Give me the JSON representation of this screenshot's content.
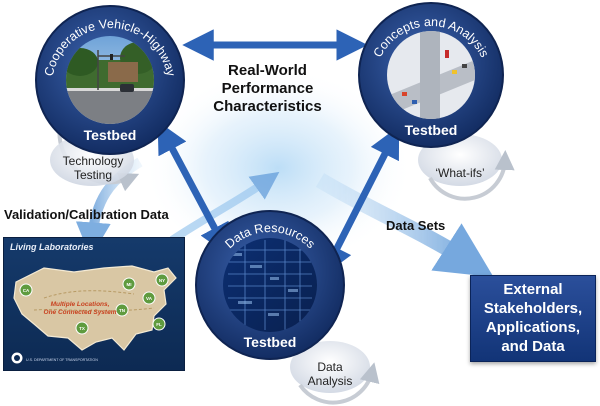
{
  "hubs": {
    "cvh": {
      "title": "Cooperative Vehicle-Highway",
      "badge": "Testbed"
    },
    "concepts": {
      "title": "Concepts and Analysis",
      "badge": "Testbed"
    },
    "data_resources": {
      "title": "Data Resources",
      "badge": "Testbed"
    }
  },
  "center_label": [
    "Real-World",
    "Performance",
    "Characteristics"
  ],
  "arc_labels": {
    "technology_testing": [
      "Technology",
      "Testing"
    ],
    "what_ifs": "‘What-ifs’",
    "data_analysis": [
      "Data",
      "Analysis"
    ]
  },
  "flow_labels": {
    "validation": "Validation/Calibration Data",
    "data_sets": "Data Sets"
  },
  "external_box": {
    "lines": [
      "External",
      "Stakeholders,",
      "Applications,",
      "and Data"
    ]
  },
  "living_labs": {
    "title": "Living Laboratories",
    "banner_lines": [
      "Multiple Locations,",
      "One Connected System"
    ],
    "markers": [
      "CA",
      "MI",
      "NY",
      "VA",
      "TN",
      "FL",
      "TX"
    ],
    "footer": "U.S. DEPARTMENT OF TRANSPORTATION"
  },
  "colors": {
    "hub_ring": "#1f3a78",
    "arrow_blue": "#2d63b6",
    "glow": "#9cc8ef",
    "external_box": "#1d3f8a",
    "map_fill": "#d9c7a4",
    "marker_green": "#5f9b3f"
  }
}
